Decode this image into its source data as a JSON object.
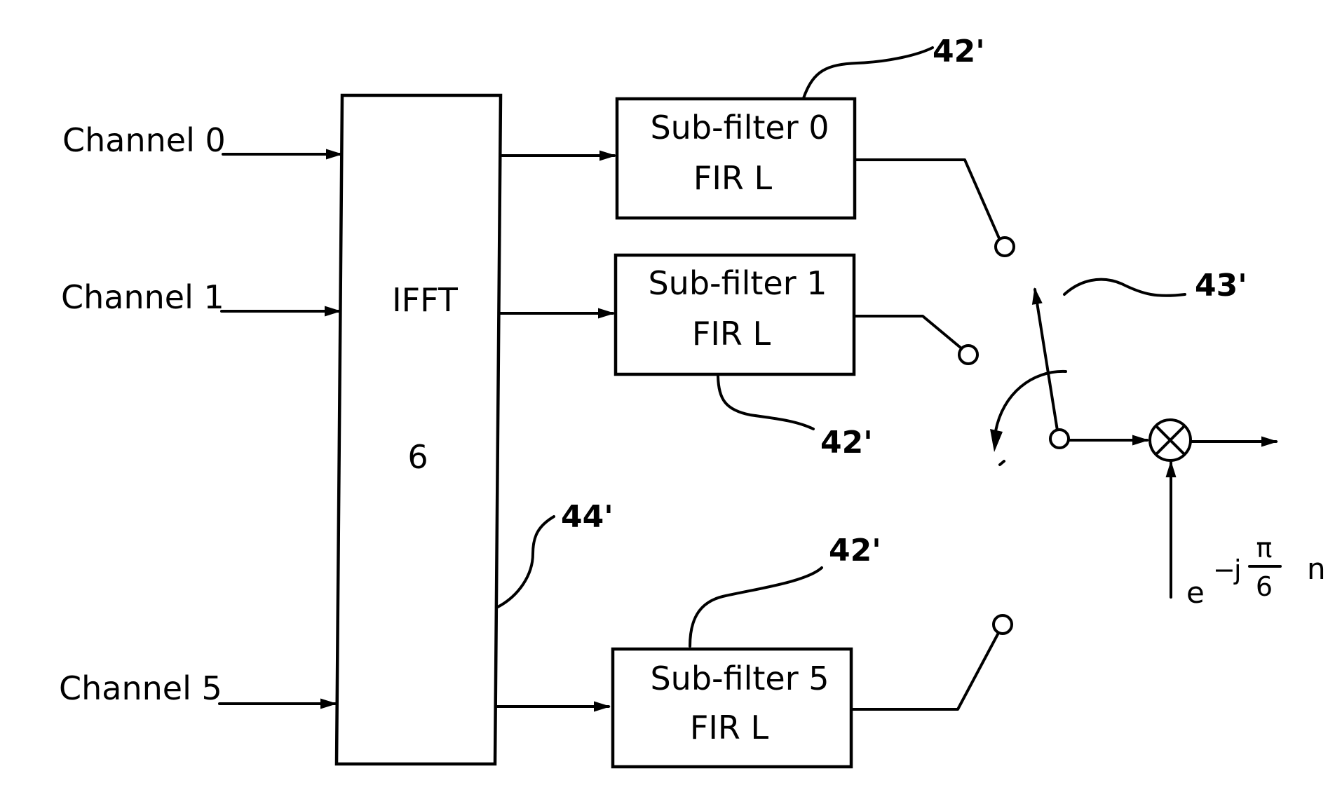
{
  "inputs": {
    "channel_0": "Channel 0",
    "channel_1": "Channel 1",
    "channel_5": "Channel 5"
  },
  "ifft": {
    "label": "IFFT",
    "size": "6"
  },
  "subfilters": {
    "sf0": {
      "line1": "Sub-filter 0",
      "line2": "FIR L"
    },
    "sf1": {
      "line1": "Sub-filter 1",
      "line2": "FIR L"
    },
    "sf5": {
      "line1": "Sub-filter 5",
      "line2": "FIR L"
    }
  },
  "reference_numerals": {
    "sub_filter_top": "42'",
    "sub_filter_mid": "42'",
    "sub_filter_bottom": "42'",
    "commutator": "43'",
    "ifft_block": "44'"
  },
  "mixer": {
    "base": "e",
    "sign": "−",
    "j": "j",
    "numerator": "π",
    "denominator": "6",
    "n": "n"
  }
}
